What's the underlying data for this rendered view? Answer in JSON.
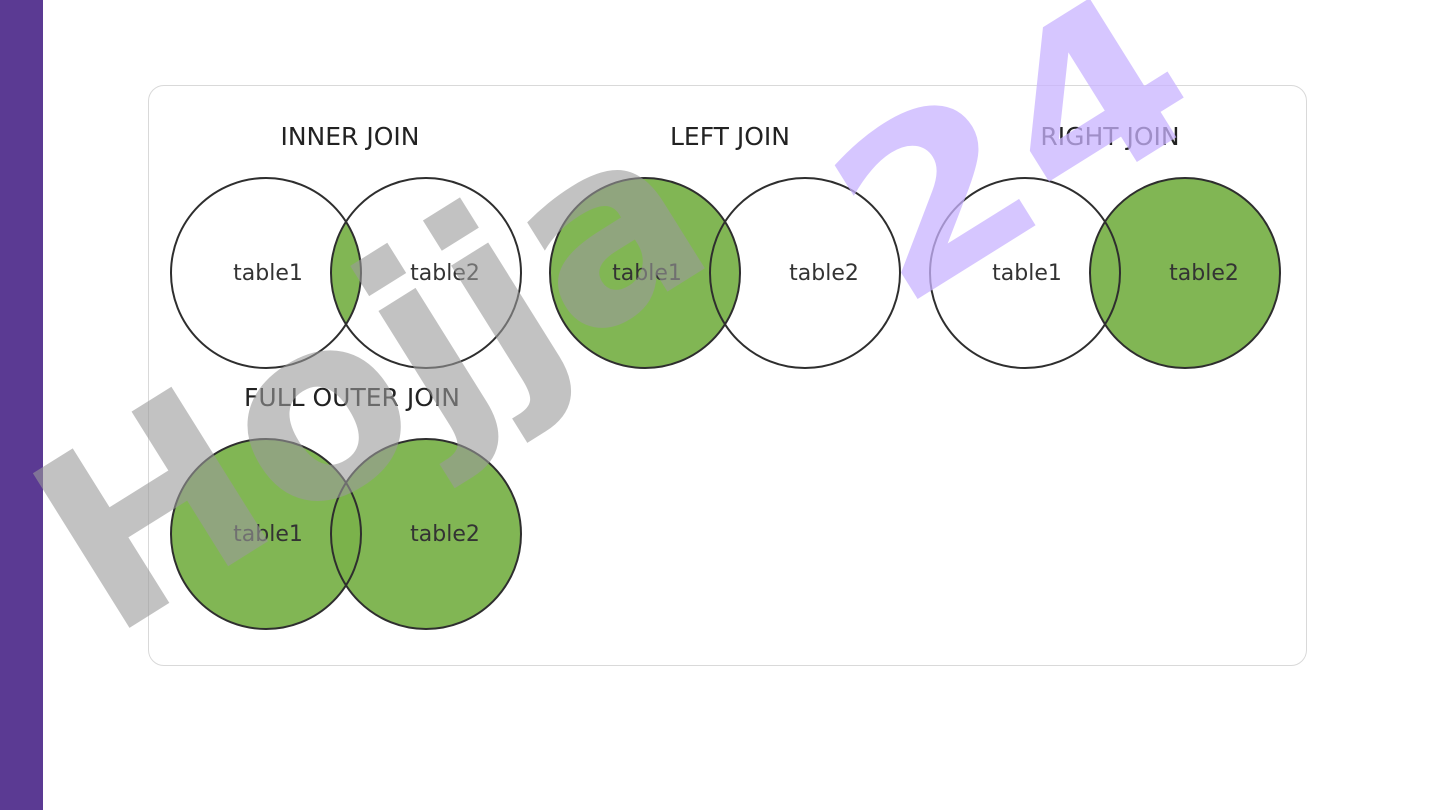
{
  "colors": {
    "accent_bar": "#5b3a93",
    "fill": "#7ab24b",
    "fill_dark": "#4d7a2c",
    "watermark_gray": "#9a9a9a",
    "watermark_purple": "#c9b3ff"
  },
  "diagrams": [
    {
      "title": "INNER JOIN",
      "left_label": "table1",
      "right_label": "table2",
      "fill": "intersection"
    },
    {
      "title": "LEFT JOIN",
      "left_label": "table1",
      "right_label": "table2",
      "fill": "left"
    },
    {
      "title": "RIGHT JOIN",
      "left_label": "table1",
      "right_label": "table2",
      "fill": "right"
    },
    {
      "title": "FULL OUTER JOIN",
      "left_label": "table1",
      "right_label": "table2",
      "fill": "both"
    }
  ],
  "watermark": {
    "text_gray": "Hojja",
    "text_purple": "24"
  }
}
